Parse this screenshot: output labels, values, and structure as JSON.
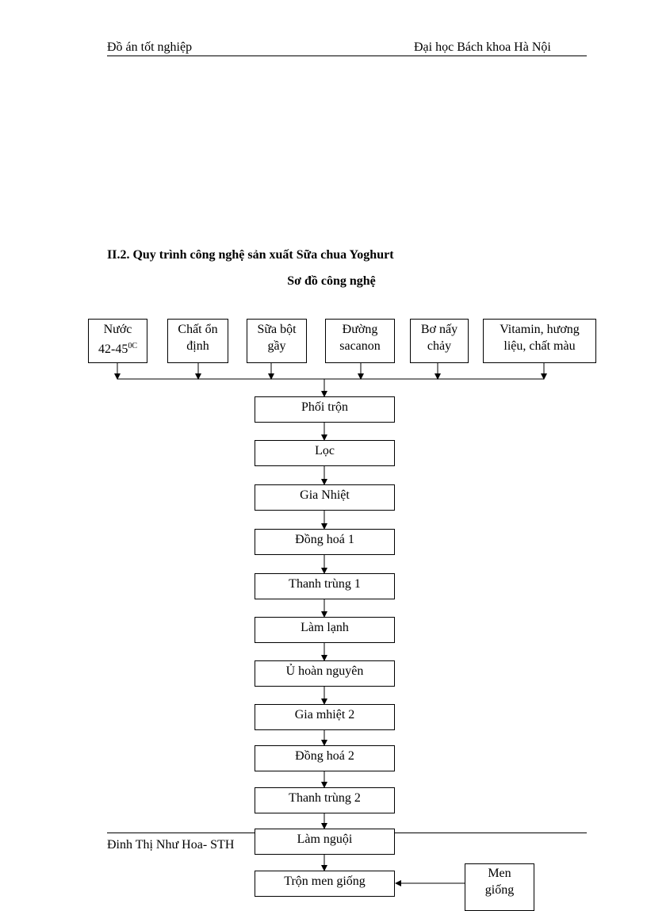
{
  "header": {
    "left": "Đồ án tốt nghiệp",
    "right": "Đại học Bách khoa Hà Nội"
  },
  "section_heading": "II.2. Quy trình công nghệ sản xuất Sữa chua Yoghurt",
  "diagram_title": "Sơ đồ công nghệ",
  "inputs": [
    {
      "line1": "Nước",
      "line2": "42-45",
      "line2_sup": "0C"
    },
    {
      "line1": "Chất ổn",
      "line2": "định"
    },
    {
      "line1": "Sữa bột",
      "line2": "gầy"
    },
    {
      "line1": "Đường",
      "line2": "sacanon"
    },
    {
      "line1": "Bơ nấy",
      "line2": "chảy"
    },
    {
      "line1": "Vitamin, hương",
      "line2": "liệu, chất màu"
    }
  ],
  "steps": [
    "Phối trộn",
    "Lọc",
    "Gia Nhiệt",
    "Đồng hoá 1",
    "Thanh trùng 1",
    "Làm lạnh",
    "Ủ hoàn nguyên",
    "Gia mhiệt 2",
    "Đồng hoá 2",
    "Thanh trùng 2",
    "Làm nguội",
    "Trộn men giống"
  ],
  "side_input": {
    "line1": "Men",
    "line2": "giống"
  },
  "footer": {
    "author": "Đinh Thị Như Hoa- STH"
  }
}
